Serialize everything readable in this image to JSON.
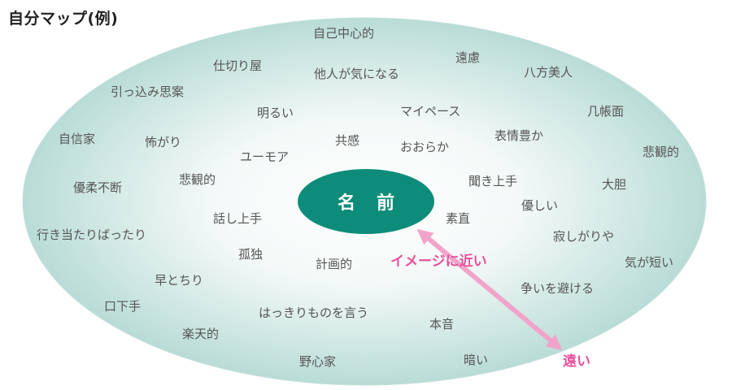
{
  "title": "自分マップ(例)",
  "center": "名前",
  "labels": {
    "near": "イメージに近い",
    "far": "遠い"
  },
  "traits": [
    "自己中心的",
    "遠慮",
    "仕切り屋",
    "他人が気になる",
    "八方美人",
    "引っ込み思案",
    "明るい",
    "マイペース",
    "几帳面",
    "自信家",
    "怖がり",
    "共感",
    "おおらか",
    "表情豊か",
    "悲観的",
    "ユーモア",
    "優柔不断",
    "悲観的",
    "聞き上手",
    "大胆",
    "優しい",
    "話し上手",
    "素直",
    "行き当たりばったり",
    "寂しがりや",
    "孤独",
    "計画的",
    "気が短い",
    "早とちり",
    "争いを避ける",
    "口下手",
    "はっきりものを言う",
    "本音",
    "楽天的",
    "野心家",
    "暗い"
  ],
  "colors": {
    "ellipse_fill_center": "#ffffff",
    "ellipse_fill_edge": "#b9dcd6",
    "center_fill": "#0d8c79",
    "arrow": "#f2a3c9",
    "accent_text": "#e8509a"
  }
}
